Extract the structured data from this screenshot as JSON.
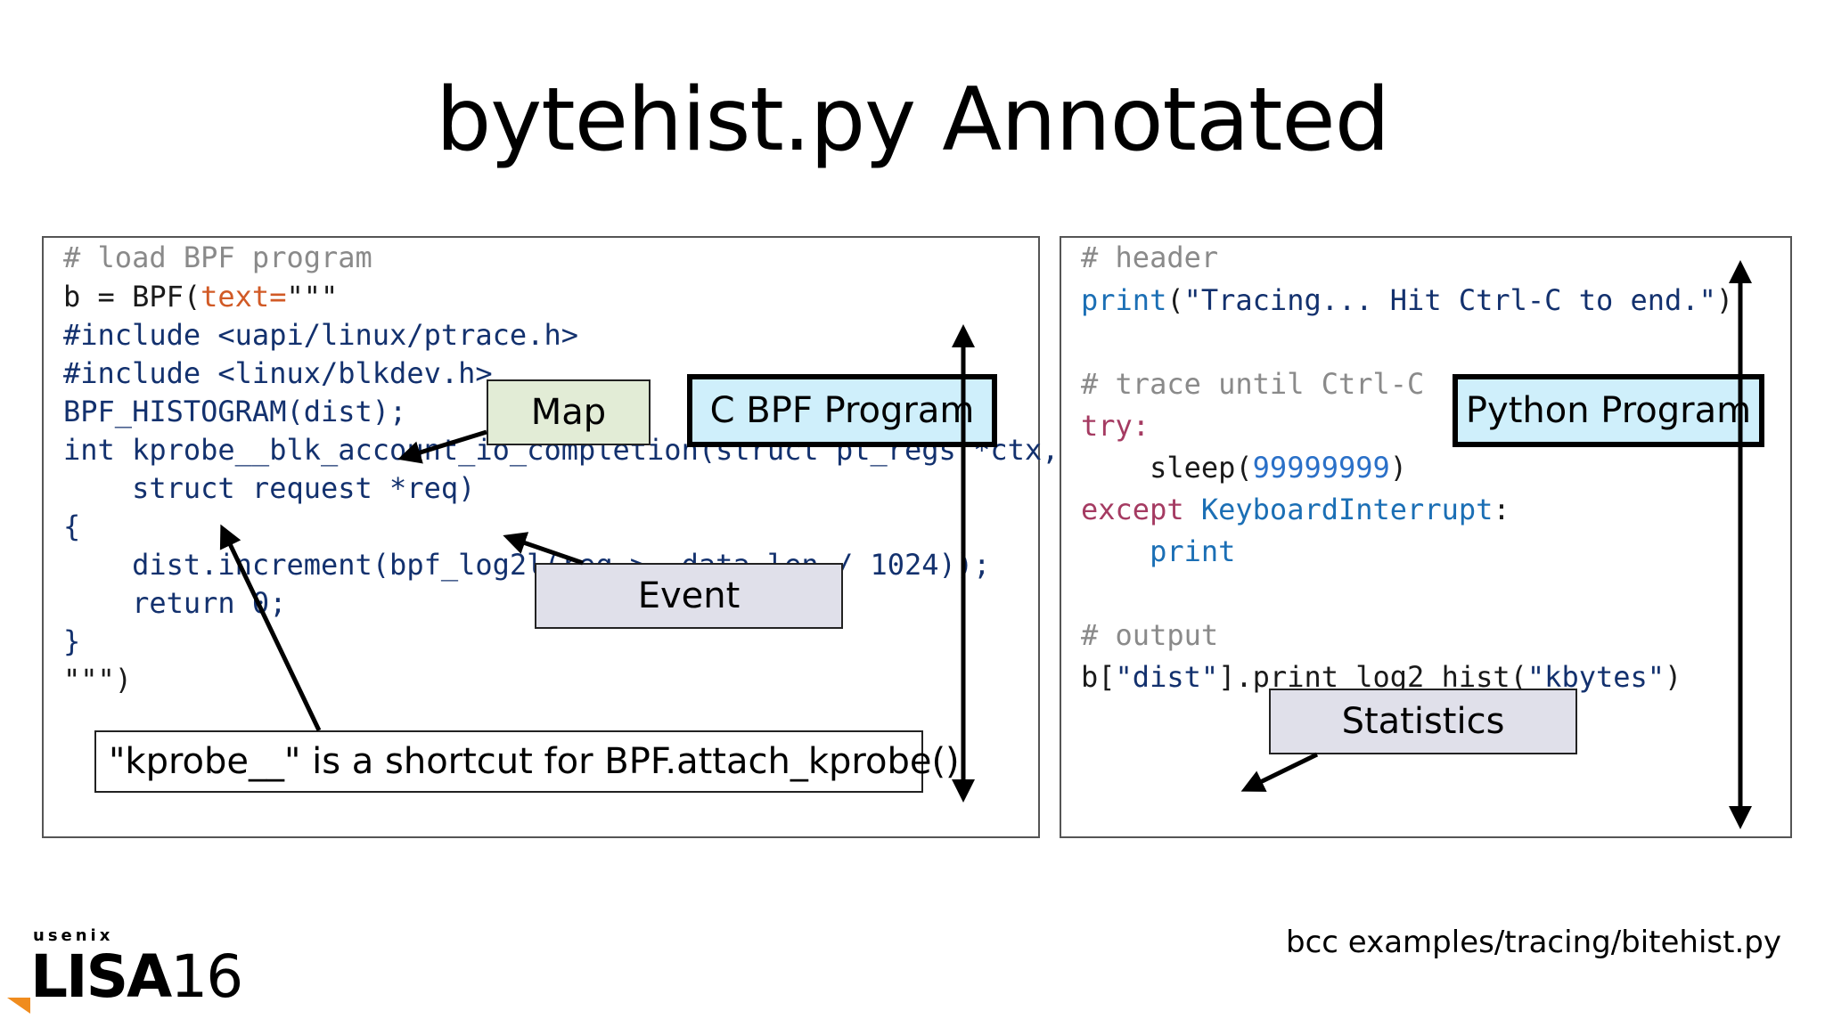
{
  "title": "bytehist.py Annotated",
  "left_code": {
    "line1": "# load BPF program",
    "line2_a": "b = BPF(",
    "line2_b": "text=",
    "line2_c": "\"\"\"",
    "line3": "#include <uapi/linux/ptrace.h>",
    "line4": "#include <linux/blkdev.h>",
    "line5": "BPF_HISTOGRAM(dist);",
    "line6": "int kprobe__blk_account_io_completion(struct pt_regs *ctx,",
    "line7": "    struct request *req)",
    "line8": "{",
    "line9": "    dist.increment(bpf_log2l(req->__data_len / 1024));",
    "line10": "    return 0;",
    "line11": "}",
    "line12": "\"\"\")"
  },
  "right_code": {
    "line1": "# header",
    "line2_a": "print",
    "line2_b": "(",
    "line2_c": "\"Tracing... Hit Ctrl-C to end.\"",
    "line2_d": ")",
    "line3": "# trace until Ctrl-C",
    "line4": "try:",
    "line5_a": "    sleep(",
    "line5_b": "99999999",
    "line5_c": ")",
    "line6_a": "except ",
    "line6_b": "KeyboardInterrupt",
    "line6_c": ":",
    "line7": "    print",
    "line8": "# output",
    "line9_a": "b[",
    "line9_b": "\"dist\"",
    "line9_c": "].print_log2_hist(",
    "line9_d": "\"kbytes\"",
    "line9_e": ")"
  },
  "annotations": {
    "map": "Map",
    "c_bpf_program": "C BPF Program",
    "event": "Event",
    "kprobe_note": "\"kprobe__\" is a shortcut for BPF.attach_kprobe()",
    "python_program": "Python Program",
    "statistics": "Statistics"
  },
  "footer": {
    "source": "bcc examples/tracing/bitehist.py",
    "logo_small": "usenix",
    "logo_bold": "LISA",
    "logo_num": "16"
  }
}
